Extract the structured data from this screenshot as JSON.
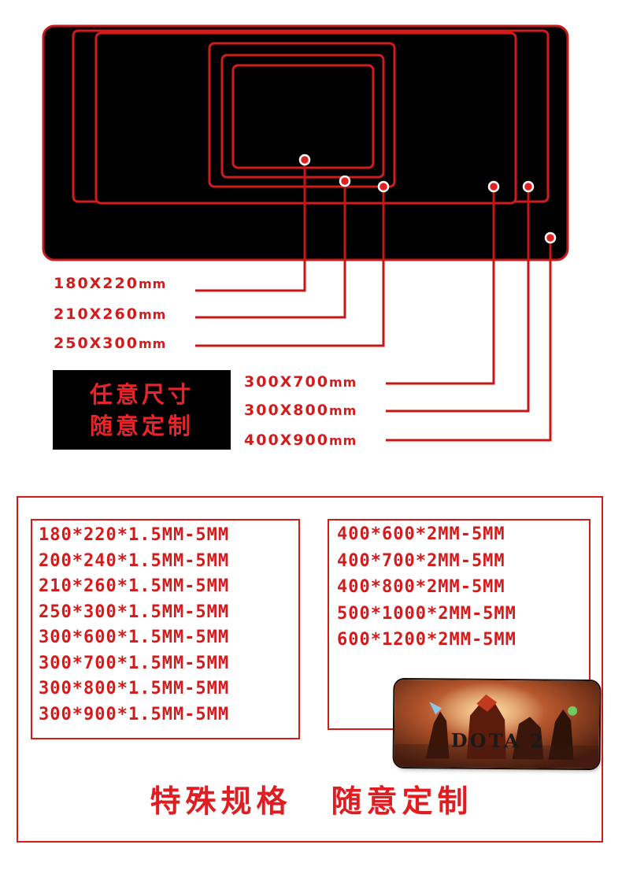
{
  "diagram": {
    "colors": {
      "pad": "#000000",
      "outline": "#d01c1c",
      "leader": "#c81515"
    },
    "size_labels_left": [
      {
        "dims": "180X220",
        "unit": "mm"
      },
      {
        "dims": "210X260",
        "unit": "mm"
      },
      {
        "dims": "250X300",
        "unit": "mm"
      }
    ],
    "size_labels_right": [
      {
        "dims": "300X700",
        "unit": "mm"
      },
      {
        "dims": "300X800",
        "unit": "mm"
      },
      {
        "dims": "400X900",
        "unit": "mm"
      }
    ]
  },
  "promo": {
    "line1": "任意尺寸",
    "line2": "随意定制"
  },
  "specs": {
    "left": [
      "180*220*1.5MM-5MM",
      "200*240*1.5MM-5MM",
      "210*260*1.5MM-5MM",
      "250*300*1.5MM-5MM",
      "300*600*1.5MM-5MM",
      "300*700*1.5MM-5MM",
      "300*800*1.5MM-5MM",
      "300*900*1.5MM-5MM"
    ],
    "right": [
      "400*600*2MM-5MM",
      "400*700*2MM-5MM",
      "400*800*2MM-5MM",
      "500*1000*2MM-5MM",
      "600*1200*2MM-5MM"
    ]
  },
  "product_image": {
    "logo_text": "DOTA 2"
  },
  "slogan": {
    "part1": "特殊规格",
    "part2": "随意定制"
  },
  "accent_color": "#d41b1b"
}
